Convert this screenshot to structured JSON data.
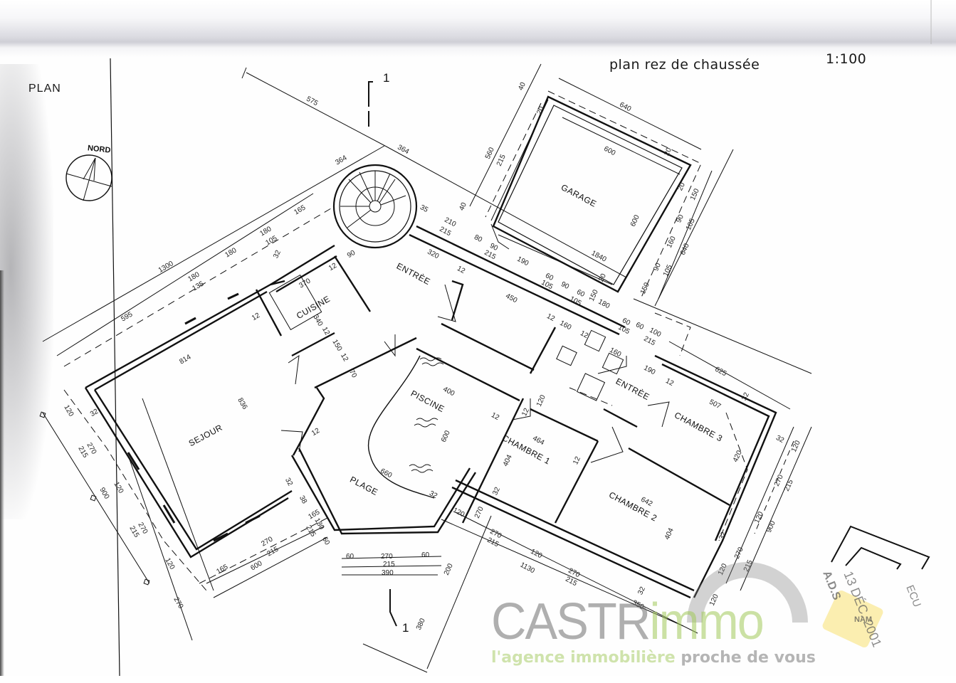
{
  "document": {
    "title": "plan rez de chaussée",
    "scale": "1:100",
    "sheet_label": "PLAN",
    "north_label": "NORD",
    "section_marker": "1"
  },
  "rooms": [
    {
      "id": "garage",
      "label": "GARAGE"
    },
    {
      "id": "entree",
      "label": "ENTRÈE"
    },
    {
      "id": "cuisine",
      "label": "CUISINE"
    },
    {
      "id": "sejour",
      "label": "SEJOUR"
    },
    {
      "id": "piscine",
      "label": "PISCINE"
    },
    {
      "id": "plage",
      "label": "PLAGE"
    },
    {
      "id": "chambre1",
      "label": "CHAMBRE 1"
    },
    {
      "id": "chambre2",
      "label": "CHAMBRE 2"
    },
    {
      "id": "chambre3",
      "label": "CHAMBRE 3"
    },
    {
      "id": "entree2",
      "label": "ENTRÈE"
    }
  ],
  "dimensions": {
    "d575": "575",
    "d364a": "364",
    "d364b": "364",
    "d640a": "640",
    "d600a": "600",
    "d560": "560",
    "d215a": "215",
    "d40a": "40",
    "d40b": "40",
    "d20a": "20",
    "d20b": "20",
    "d20c": "20",
    "d20d": "20",
    "d600b": "600",
    "d1840": "1840",
    "d150a": "150",
    "d90a": "90",
    "d105a": "105",
    "d160a": "160",
    "d640b": "640",
    "d90b": "90",
    "d105b": "105",
    "d150b": "150",
    "d165a": "165",
    "d180a": "180",
    "d105c": "105",
    "d180b": "180",
    "d1300": "1300",
    "d180c": "180",
    "d135": "135",
    "d595": "595",
    "d32a": "32",
    "d12a": "12",
    "d370": "370",
    "d90c": "90",
    "d12b": "12",
    "d340": "340",
    "d12c": "12",
    "d150c": "150",
    "d12d": "12",
    "d70": "70",
    "d814": "814",
    "d836": "836",
    "d12e": "12",
    "d32b": "32",
    "d35": "35",
    "d210": "210",
    "d215b": "215",
    "d80": "80",
    "d90d": "90",
    "d215c": "215",
    "d320": "320",
    "d12f": "12",
    "d190a": "190",
    "d60a": "60",
    "d105d": "105",
    "d90e": "90",
    "d60b": "60",
    "d105e": "105",
    "d150d": "150",
    "d180d": "180",
    "d450": "450",
    "d12g": "12",
    "d160b": "160",
    "d12h": "12",
    "d160c": "160",
    "d60c": "60",
    "d105f": "105",
    "d60d": "60",
    "d100": "100",
    "d215d": "215",
    "d190b": "190",
    "d12i": "12",
    "d625": "625",
    "d507": "507",
    "d32c": "32",
    "d420": "420",
    "d32d": "32",
    "d120a": "120",
    "d270a": "270",
    "d215e": "215",
    "d120b": "120",
    "d900a": "900",
    "d270b": "270",
    "d215f": "215",
    "d400": "400",
    "d600c": "600",
    "d660": "660",
    "d32e": "32",
    "d12j": "12",
    "d464": "464",
    "d404a": "404",
    "d12k": "12",
    "d12l": "12",
    "d120c": "120",
    "d642": "642",
    "d404b": "404",
    "d32f": "32",
    "d120d": "120",
    "d270c": "270",
    "d215g": "215",
    "d120e": "120",
    "d1130": "1130",
    "d270d": "270",
    "d215h": "215",
    "d350": "350",
    "d120f": "120",
    "d32g": "32",
    "d120g": "120",
    "d270e": "270",
    "d215i": "215",
    "d120h": "120",
    "d900b": "900",
    "d270f": "270",
    "d215j": "215",
    "d120i": "120",
    "d270g": "270",
    "d32h": "32",
    "d38": "38",
    "d165b": "165",
    "d180e": "180",
    "d215k": "215",
    "d60e": "60",
    "d165c": "165",
    "d270h": "270",
    "d600d": "600",
    "d215l": "215",
    "d60f": "60",
    "d270i": "270",
    "d60g": "60",
    "d215m": "215",
    "d390": "390",
    "d200": "200",
    "d380": "380",
    "d120j": "120",
    "d270j": "270",
    "d32i": "32"
  },
  "watermark": {
    "brand_gray": "CASTR",
    "brand_green": "immo",
    "tagline_green": "l'agence immobilière",
    "tagline_gray": "proche de vous"
  },
  "stamp": {
    "date": "13 DÉC. 2001",
    "code": "A.D.S",
    "header": "ECU",
    "sticker": "NAM"
  },
  "colors": {
    "ink": "#111111",
    "paper": "#fefefe",
    "watermark_gray": "#8a8a8a",
    "watermark_green": "#a6c85a",
    "sticker_yellow": "#f7e59a"
  }
}
